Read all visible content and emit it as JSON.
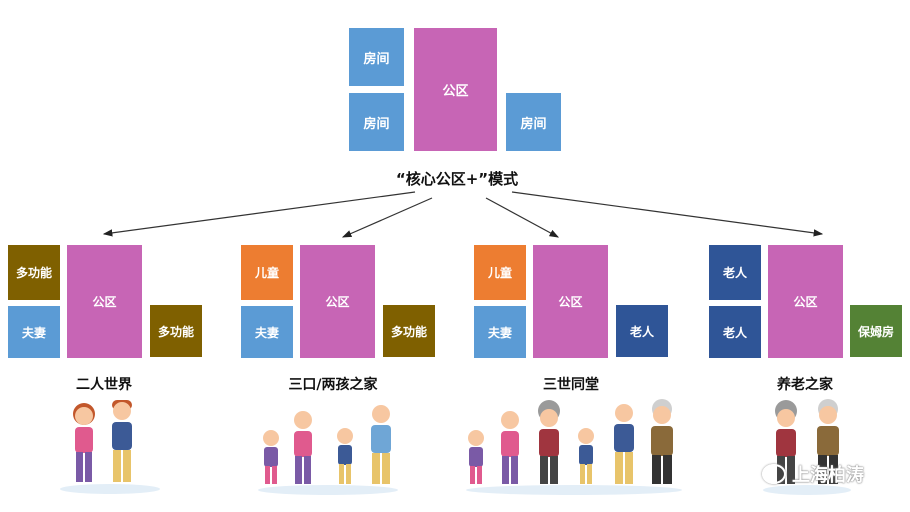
{
  "top_model": {
    "room": "房间",
    "public": "公区",
    "title": "“核心公区+”模式"
  },
  "layouts": [
    {
      "name": "二人世界",
      "left_top": "多功能",
      "left_bottom": "夫妻",
      "public": "公区",
      "right": "多功能"
    },
    {
      "name": "三口/两孩之家",
      "left_top": "儿童",
      "left_bottom": "夫妻",
      "public": "公区",
      "right": "多功能"
    },
    {
      "name": "三世同堂",
      "left_top": "儿童",
      "left_bottom": "夫妻",
      "public": "公区",
      "right": "老人"
    },
    {
      "name": "养老之家",
      "left_top": "老人",
      "left_bottom": "老人",
      "public": "公区",
      "right": "保姆房"
    }
  ],
  "watermark": "上海柏涛",
  "colors": {
    "room": "#5b9bd5",
    "public": "#c765b5",
    "multi": "#7f6000",
    "child": "#ed7d31",
    "elder": "#2f5597",
    "nanny": "#548235"
  }
}
